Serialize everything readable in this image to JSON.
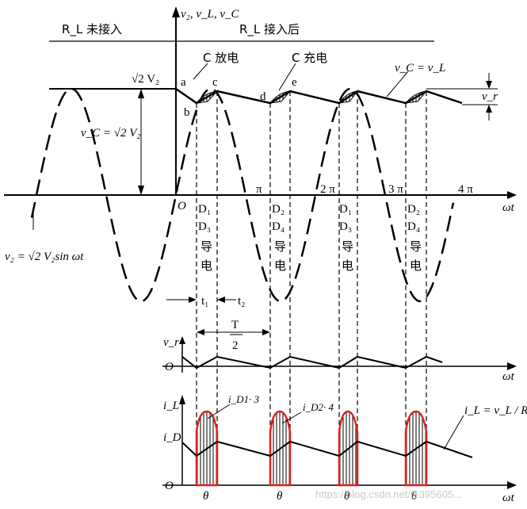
{
  "top_axis_label": "v₂, v_L, v_C",
  "section_before": "R_L 未接入",
  "section_after": "R_L 接入后",
  "discharge_label": "C 放电",
  "charge_label": "C 充电",
  "peak_label": "√2 V₂",
  "vc_label": "v_C = √2 V₂",
  "vc_eq_vl": "v_C = v_L",
  "ripple_label": "v_r",
  "point_a": "a",
  "point_b": "b",
  "point_c": "c",
  "point_d": "d",
  "point_e": "e",
  "origin": "O",
  "wt": "ωt",
  "pi1": "π",
  "pi2": "2 π",
  "pi3": "3 π",
  "pi4": "4 π",
  "source_eq": "v₂ = √2 V₂sin ωt",
  "diodes": [
    {
      "a": "D₁",
      "b": "D₃",
      "c1": "导",
      "c2": "电"
    },
    {
      "a": "D₂",
      "b": "D₄",
      "c1": "导",
      "c2": "电"
    },
    {
      "a": "D₁",
      "b": "D₃",
      "c1": "导",
      "c2": "电"
    },
    {
      "a": "D₂",
      "b": "D₄",
      "c1": "导",
      "c2": "电"
    }
  ],
  "t1": "t₁",
  "t2": "t₂",
  "T_num": "T",
  "T_den": "2",
  "vr_axis": "v_r",
  "iL_axis": "i_L",
  "iD_axis": "i_D",
  "iD13": "i_D1· 3",
  "iD24": "i_D2· 4",
  "iL_eq": "i_L = v_L / R_L",
  "theta": "θ",
  "watermark": "https://blog.csdn.net/f1395605..."
}
